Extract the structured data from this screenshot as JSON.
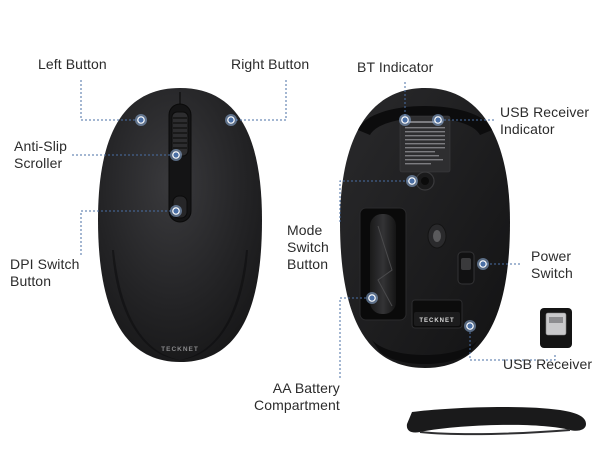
{
  "labels": {
    "left_button": "Left Button",
    "right_button": "Right Button",
    "anti_slip_scroller": "Anti-Slip\nScroller",
    "dpi_switch_button": "DPI Switch\nButton",
    "bt_indicator": "BT Indicator",
    "usb_receiver_indicator": "USB Receiver\nIndicator",
    "mode_switch_button": "Mode\nSwitch\nButton",
    "power_switch": "Power\nSwitch",
    "aa_battery_compartment": "AA Battery\nCompartment",
    "usb_receiver": "USB Receiver"
  },
  "brand": {
    "top_logo": "TECKNET",
    "bottom_logo": "TECKNET"
  },
  "colors": {
    "mouse_body": "#1f1f21",
    "callout": "#4a6fa5",
    "text": "#2b2b2b"
  },
  "icons": [
    "mouse-top-view",
    "mouse-bottom-view",
    "mouse-side-profile",
    "usb-receiver-dongle"
  ]
}
